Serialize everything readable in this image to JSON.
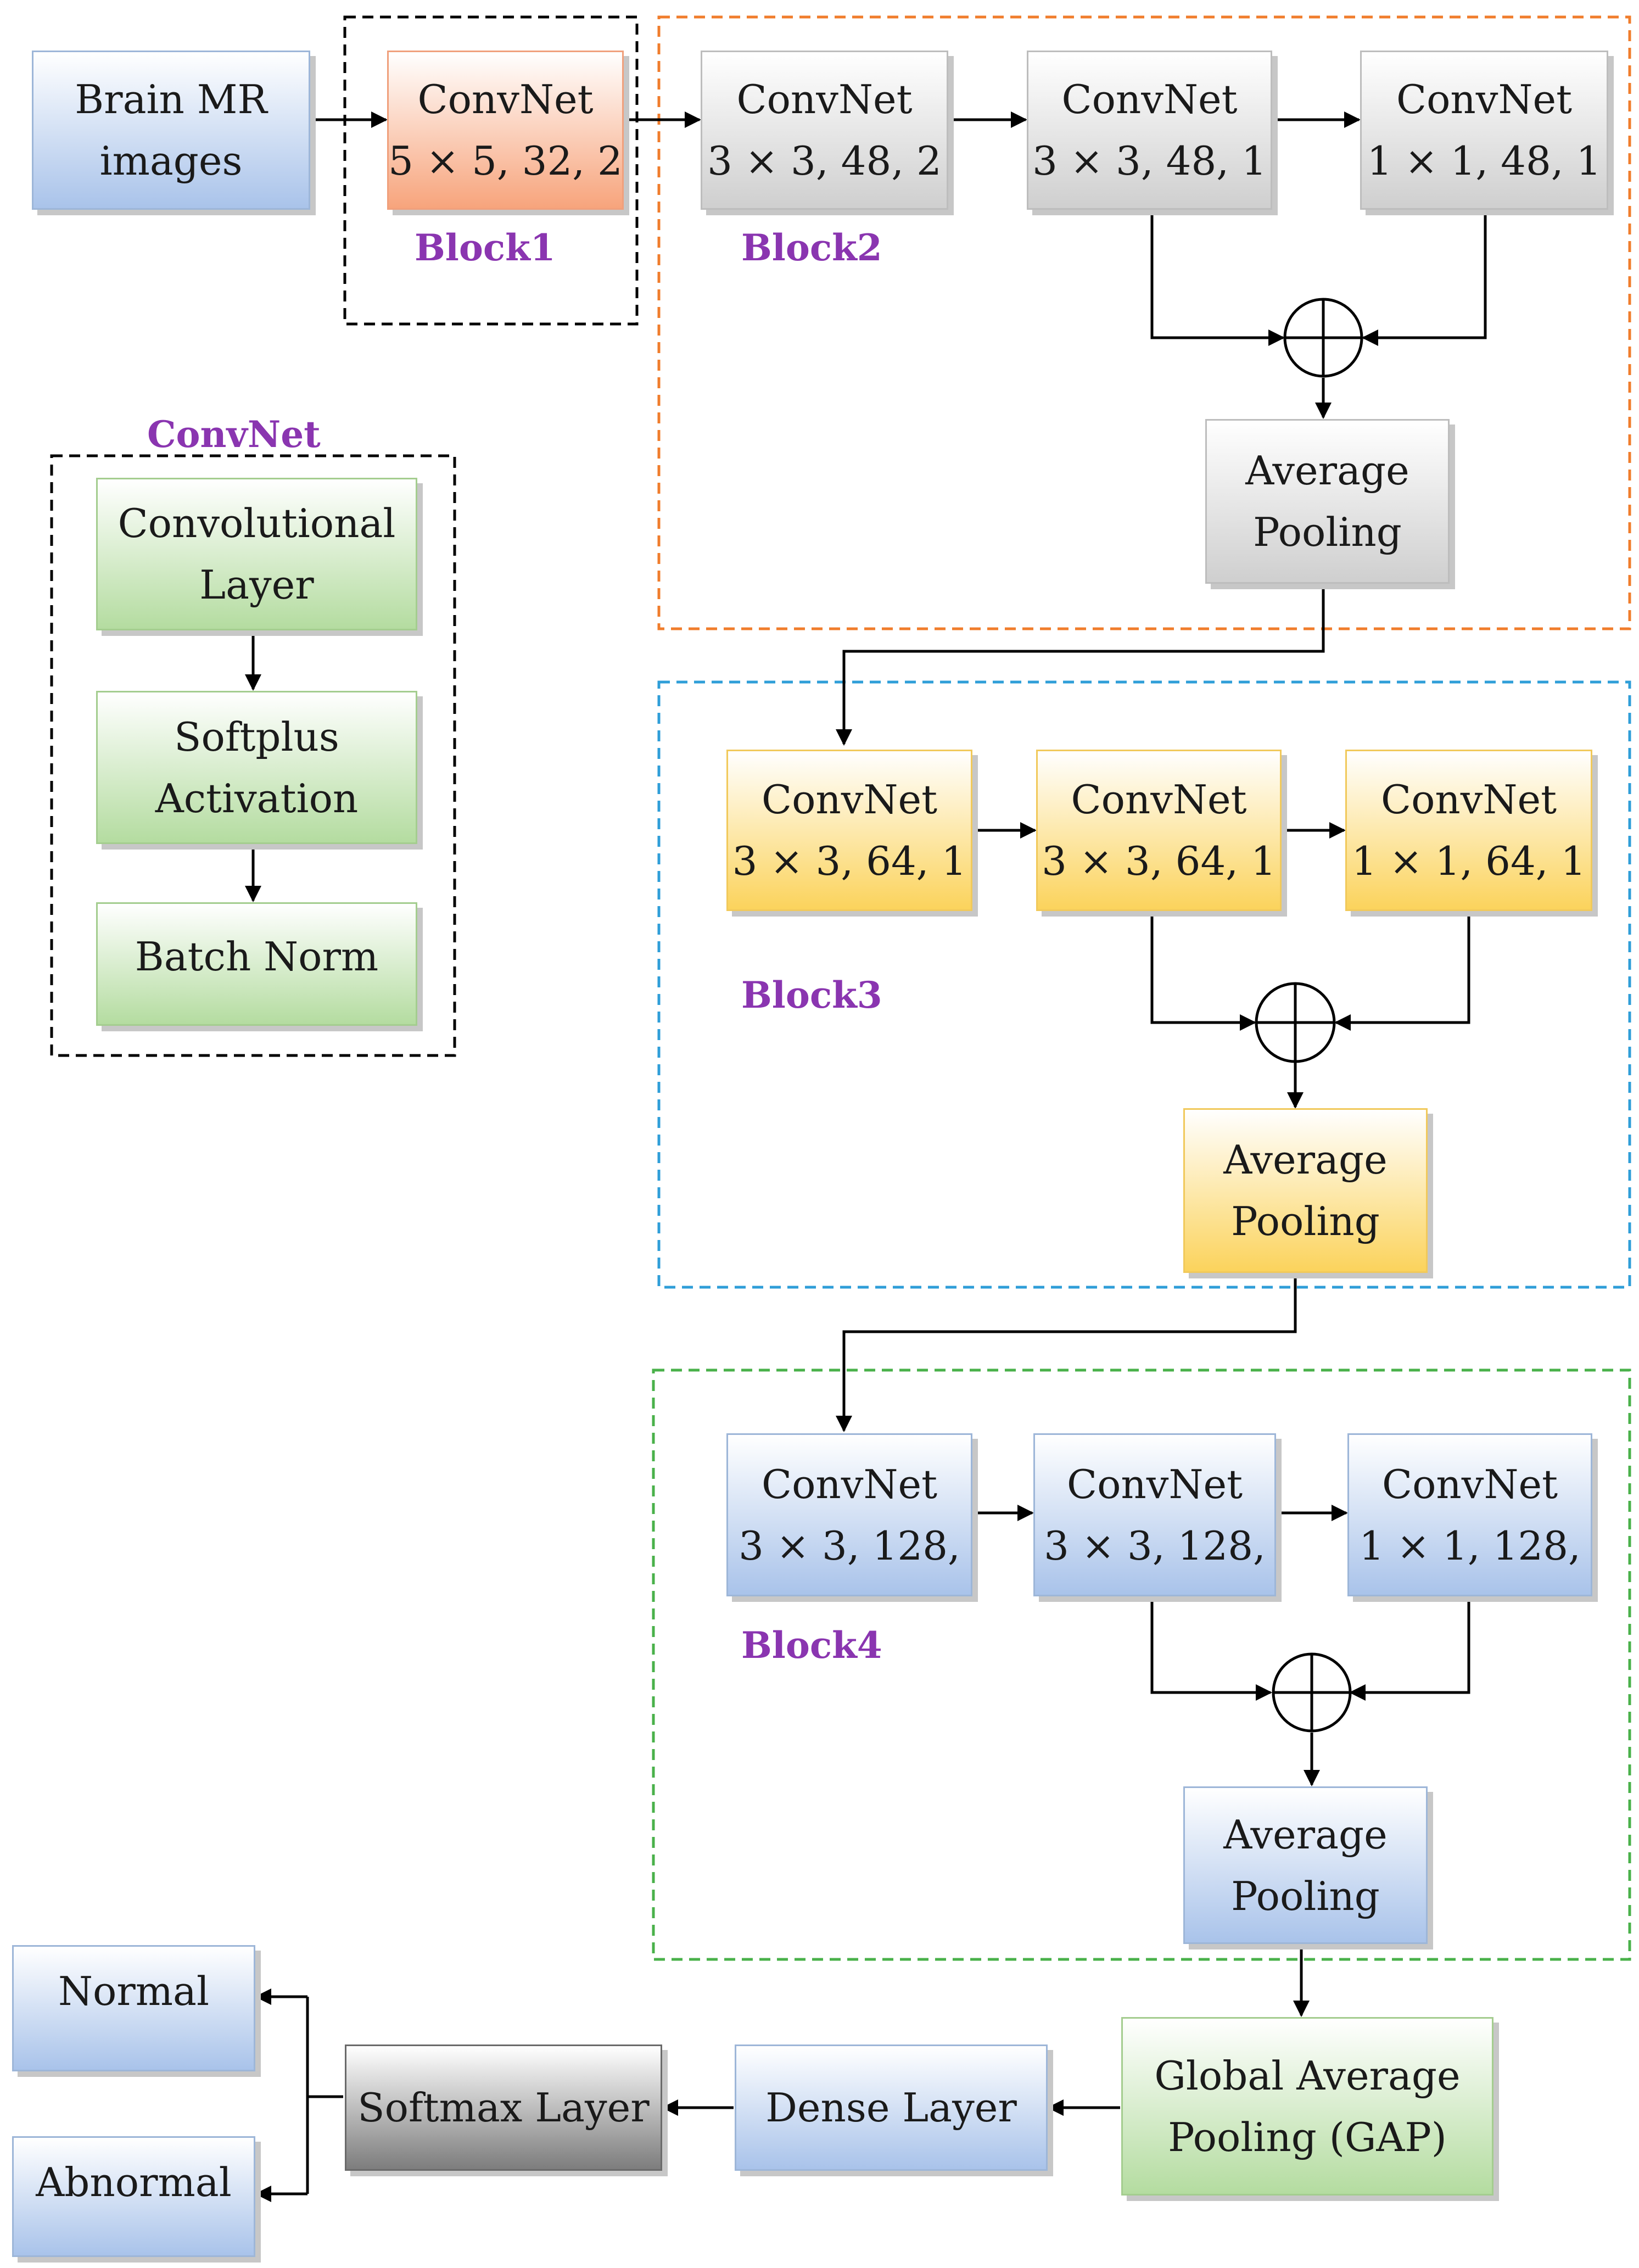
{
  "input": {
    "line1": "Brain MR",
    "line2": "images"
  },
  "block1": {
    "label": "Block1",
    "conv": {
      "title": "ConvNet",
      "params": "5 × 5, 32, 2"
    }
  },
  "block2": {
    "label": "Block2",
    "conv1": {
      "title": "ConvNet",
      "params": "3 × 3, 48, 2"
    },
    "conv2": {
      "title": "ConvNet",
      "params": "3 × 3, 48, 1"
    },
    "conv3": {
      "title": "ConvNet",
      "params": "1 × 1, 48, 1"
    },
    "pool": {
      "line1": "Average",
      "line2": "Pooling"
    }
  },
  "block3": {
    "label": "Block3",
    "conv1": {
      "title": "ConvNet",
      "params": "3 × 3, 64, 1"
    },
    "conv2": {
      "title": "ConvNet",
      "params": "3 × 3, 64, 1"
    },
    "conv3": {
      "title": "ConvNet",
      "params": "1 × 1, 64, 1"
    },
    "pool": {
      "line1": "Average",
      "line2": "Pooling"
    }
  },
  "block4": {
    "label": "Block4",
    "conv1": {
      "title": "ConvNet",
      "params": "3 × 3, 128,"
    },
    "conv2": {
      "title": "ConvNet",
      "params": "3 × 3, 128,"
    },
    "conv3": {
      "title": "ConvNet",
      "params": "1 × 1, 128,"
    },
    "pool": {
      "line1": "Average",
      "line2": "Pooling"
    }
  },
  "legend": {
    "title": "ConvNet",
    "conv_layer": {
      "line1": "Convolutional",
      "line2": "Layer"
    },
    "activation": {
      "line1": "Softplus",
      "line2": "Activation"
    },
    "batch_norm": "Batch Norm"
  },
  "gap": {
    "line1": "Global Average",
    "line2": "Pooling (GAP)"
  },
  "dense": "Dense Layer",
  "softmax": "Softmax Layer",
  "outputs": {
    "normal": "Normal",
    "abnormal": "Abnormal"
  },
  "colors": {
    "block1_border": "#000000",
    "block2_border": "#f07d2c",
    "block3_border": "#2f9ed8",
    "block4_border": "#49b14a",
    "label_color": "#8a35b0"
  }
}
